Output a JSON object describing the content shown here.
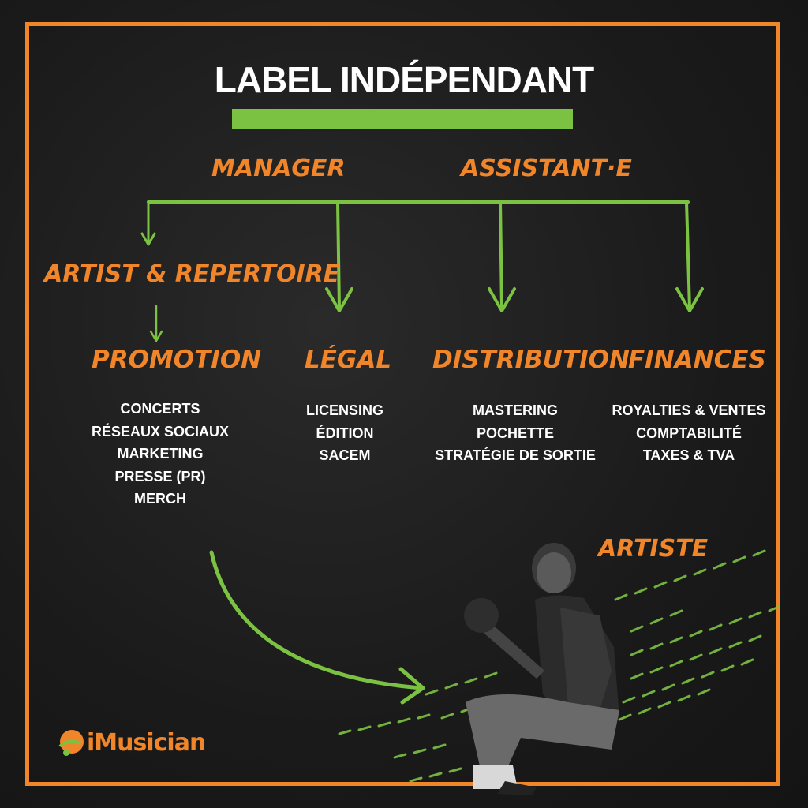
{
  "title": "LABEL INDÉPENDANT",
  "roles": {
    "manager": "MANAGER",
    "assistant": "ASSISTANT·E",
    "ar": "ARTIST & REPERTOIRE",
    "artist": "ARTISTE"
  },
  "departments": [
    {
      "name": "PROMOTION",
      "tasks": [
        "CONCERTS",
        "RÉSEAUX SOCIAUX",
        "MARKETING",
        "PRESSE (PR)",
        "MERCH"
      ]
    },
    {
      "name": "LÉGAL",
      "tasks": [
        "LICENSING",
        "ÉDITION",
        "SACEM"
      ]
    },
    {
      "name": "DISTRIBUTION",
      "tasks": [
        "MASTERING",
        "POCHETTE",
        "STRATÉGIE DE SORTIE"
      ]
    },
    {
      "name": "FINANCES",
      "tasks": [
        "ROYALTIES & VENTES",
        "COMPTABILITÉ",
        "TAXES & TVA"
      ]
    }
  ],
  "logo": {
    "text": "iMusician"
  },
  "colors": {
    "accent": "#f0852a",
    "arrow": "#7cc242",
    "background": "#1c1c1c",
    "text": "#ffffff"
  }
}
